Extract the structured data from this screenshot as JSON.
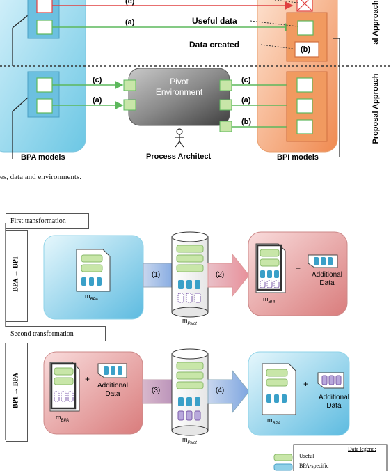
{
  "top_figure": {
    "labels": {
      "c": "(c)",
      "a": "(a)",
      "b": "(b)"
    },
    "useful_data": "Useful data",
    "data_created": "Data created",
    "classical_approach": "al Approach",
    "proposal_approach": "Proposal Approach",
    "pivot_environment": "Pivot\nEnvironment",
    "process_architect": "Process Architect",
    "bpa_models": "BPA models",
    "bpi_models": "BPI models",
    "caption_fragment": "es, data and environments."
  },
  "bottom_figure": {
    "first_transformation": "First transformation",
    "second_transformation": "Second transformation",
    "bpa_to_bpi": "BPA → BPI",
    "bpi_to_bpa": "BPI → BPA",
    "step1": "(1)",
    "step2": "(2)",
    "step3": "(3)",
    "step4": "(4)",
    "plus": "+",
    "additional_data": "Additional\nData",
    "m": "m",
    "sub_bpa": "BPA",
    "sub_bpi": "BPI",
    "sub_pivot": "Pivot",
    "legend_title": "Data legend:",
    "legend_useful": "Useful",
    "legend_bpa_specific": "BPA-specific"
  },
  "colors": {
    "bpa_blue": "#8fd3e8",
    "bpi_orange": "#f5a878",
    "bpi_pink": "#e8a0a0",
    "useful_green": "#c8e6a8",
    "specific_blue": "#3aa0c8",
    "pivot_grey": "#888888"
  }
}
